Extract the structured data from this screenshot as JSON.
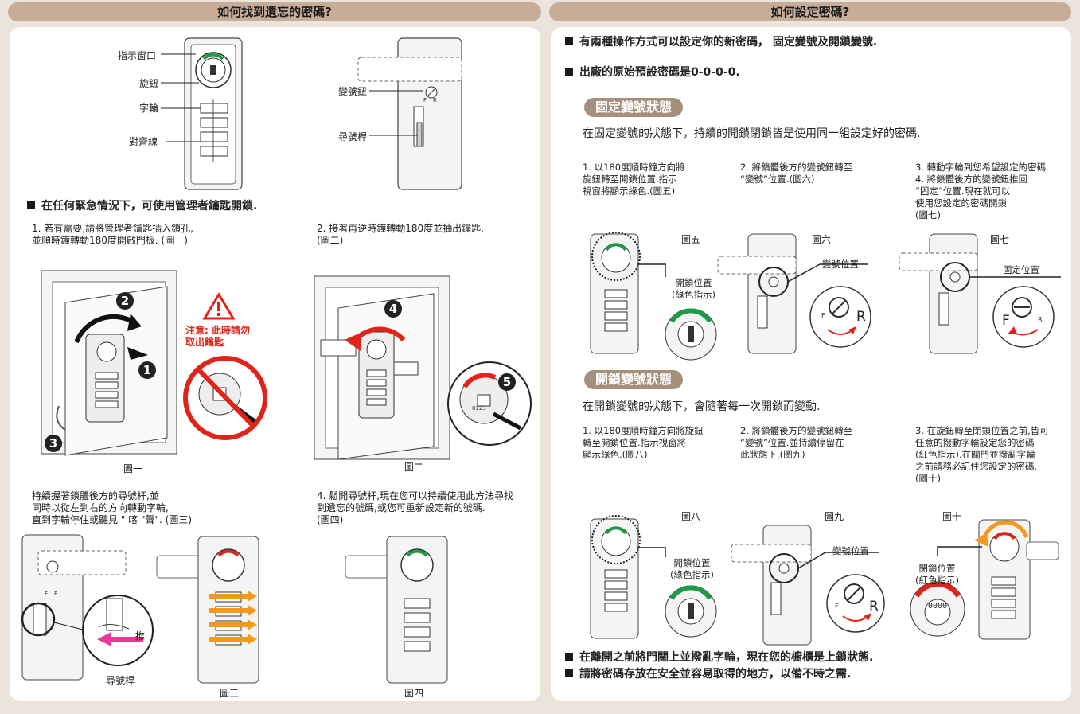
{
  "left": {
    "header": "如何找到遺忘的密碼?",
    "labels": {
      "window": "指示窗口",
      "knob": "旋鈕",
      "wheel": "字輪",
      "align": "對齊線",
      "switch_knob": "變號鈕",
      "finder_rod": "尋號桿"
    },
    "emergency": "在任何緊急情況下，可使用管理者鑰匙開鎖.",
    "step1": "1. 若有需要,請將管理者鑰匙插入鎖孔,\n並順時鐘轉動180度開啟門板. (圖一)",
    "step2": "2. 接著再逆時鐘轉動180度並抽出鑰匙.\n(圖二)",
    "warning": "注意: 此時請勿\n取出鑰匙",
    "fig1": "圖一",
    "fig2": "圖二",
    "step3": "持續握著鎖體後方的尋號杆,並\n同時以從左到右的方向轉動字輪,\n直到字輪停住或聽見 \" 喀 \"聲\". (圖三)",
    "step4": "4. 鬆開尋號杆,現在您可以持續使用此方法尋找\n到遺忘的號碼,或您可重新設定新的號碼.\n(圖四)",
    "push": "推",
    "finder_rod2": "尋號桿",
    "fig3": "圖三",
    "fig4": "圖四",
    "badge1": "1",
    "badge2": "2",
    "badge3": "3",
    "badge4": "4",
    "badge5": "5",
    "key_code": "0123"
  },
  "right": {
    "header": "如何設定密碼?",
    "bullet1": "有兩種操作方式可以設定你的新密碼， 固定變號及開鎖變號.",
    "bullet2": "出廠的原始預設密碼是0-0-0-0.",
    "fixed": {
      "title": "固定變號狀態",
      "desc": "在固定變號的狀態下，持續的開鎖閉鎖皆是使用同一組設定好的密碼.",
      "s1": "1. 以180度順時鐘方向將\n旋鈕轉至開鎖位置.指示\n視窗將顯示綠色.(圖五)",
      "s2": "2. 將鎖體後方的變號鈕轉至\n“變號”位置.(圖六)",
      "s3": "3. 轉動字輪到您希望設定的密碼.\n4. 將鎖體後方的變號鈕推回\n“固定”位置.現在就可以\n使用您設定的密碼開鎖\n(圖七)",
      "fig5": "圖五",
      "fig6": "圖六",
      "fig7": "圖七",
      "open_pos": "開鎖位置\n(綠色指示)",
      "change_pos": "變號位置",
      "fixed_pos": "固定位置"
    },
    "open": {
      "title": "開鎖變號狀態",
      "desc": "在開鎖變號的狀態下，會隨著每一次開鎖而變動.",
      "s1": "1. 以180度順時鐘方向將旋鈕\n轉至開鎖位置.指示視窗將\n顯示綠色.(圖八)",
      "s2": "2. 將鎖體後方的變號鈕轉至\n“變號”位置.並持續停留在\n此狀態下.(圖九)",
      "s3": "3. 在旋鈕轉至閉鎖位置之前,皆可\n任意的撥動字輪設定您的密碼\n(紅色指示).在關門並撥亂字輪\n之前請務必記住您設定的密碼.\n(圖十)",
      "fig8": "圖八",
      "fig9": "圖九",
      "fig10": "圖十",
      "open_pos": "開鎖位置\n(綠色指示)",
      "change_pos": "變號位置",
      "close_pos": "閉鎖位置\n(紅色指示)",
      "code": "0000"
    },
    "bullet3": "在離開之前將門關上並撥亂字輪，現在您的櫥櫃是上鎖狀態.",
    "bullet4": "請將密碼存放在安全並容易取得的地方，以備不時之需.",
    "F": "F",
    "R": "R"
  },
  "colors": {
    "header": "#c7ad98",
    "pill": "#a58f7d",
    "green": "#1f9a48",
    "red": "#e2231a",
    "orange": "#f39a1e",
    "pink": "#e8399a"
  }
}
